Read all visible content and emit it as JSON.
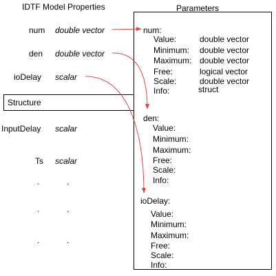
{
  "left_title": "IDTF Model Properties",
  "right_title": "Parameters",
  "properties": [
    {
      "name": "num",
      "type": "double vector"
    },
    {
      "name": "den",
      "type": "double vector"
    },
    {
      "name": "ioDelay",
      "type": "scalar"
    },
    {
      "name": "InputDelay",
      "type": "scalar"
    },
    {
      "name": "Ts",
      "type": "scalar"
    }
  ],
  "structure_label": "Structure",
  "ellipsis": ".",
  "params": {
    "num": {
      "header": "num:",
      "fields": [
        {
          "label": "Value:",
          "value": "double vector"
        },
        {
          "label": "Minimum:",
          "value": "double vector"
        },
        {
          "label": "Maximum:",
          "value": "double vector"
        },
        {
          "label": "Free:",
          "value": "logical vector"
        },
        {
          "label": "Scale:",
          "value": "double vector"
        },
        {
          "label": "Info:",
          "value": "struct"
        }
      ]
    },
    "den": {
      "header": "den:",
      "fields": [
        "Value:",
        "Minimum:",
        "Maximum:",
        "Free:",
        "Scale:",
        "Info:"
      ]
    },
    "ioDelay": {
      "header": "ioDelay:",
      "fields": [
        "Value:",
        "Minimum:",
        "Maximum:",
        "Free:",
        "Scale:",
        "Info:"
      ]
    }
  },
  "colors": {
    "arrow": "#e8413a",
    "text": "#000000"
  }
}
